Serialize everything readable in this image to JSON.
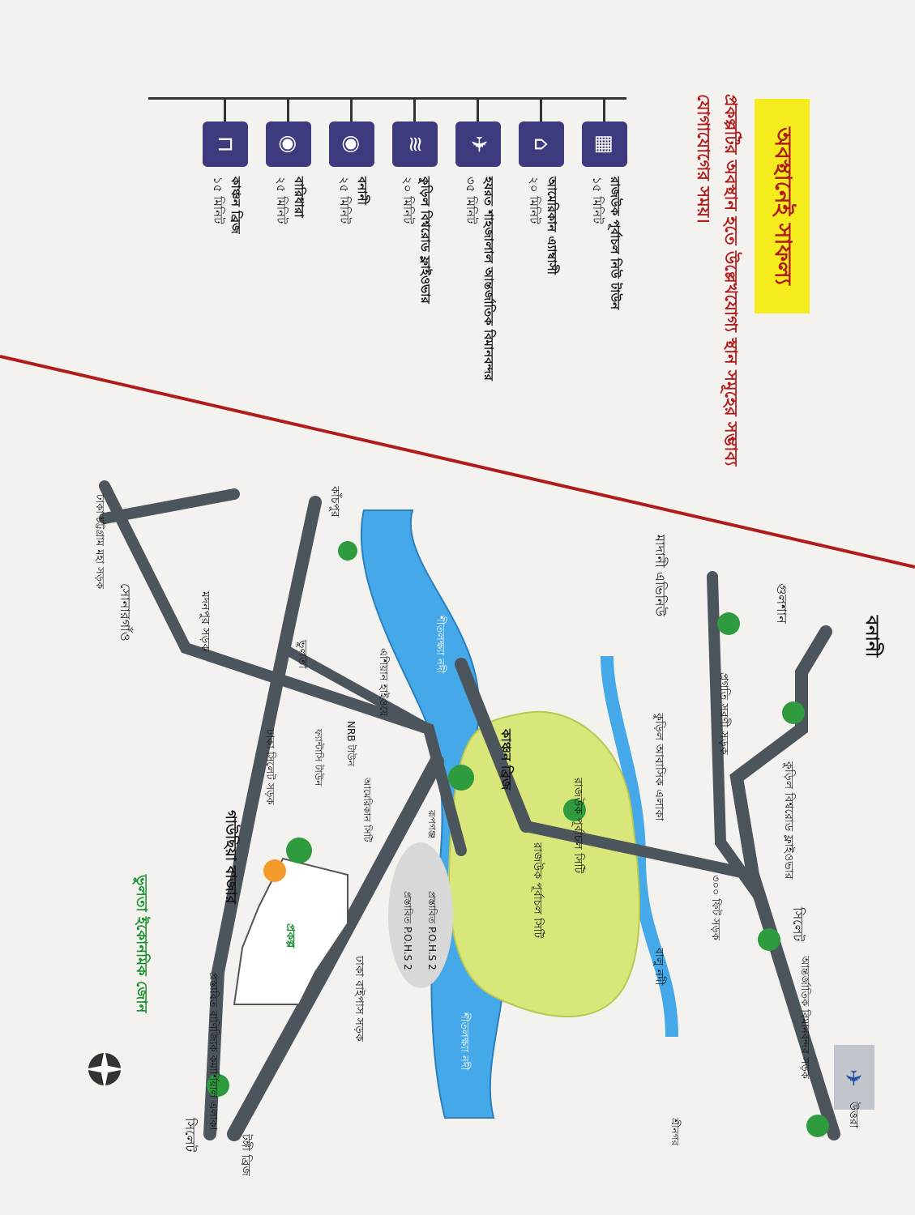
{
  "title": "অবস্থানেই সাফল্য",
  "subtitle": "প্রকল্পটির অবস্থান হতে উল্লেখযোগ্য স্থান সমূহের সম্ভাব্য যোগাযোগের সময়।",
  "destinations": [
    {
      "place": "রাজউক পূর্বাচল নিউ টাউন",
      "time": "১৫ মিনিট",
      "icon": "building-icon"
    },
    {
      "place": "আমেরিকান এ্যাম্বাসী",
      "time": "২০ মিনিট",
      "icon": "embassy-icon"
    },
    {
      "place": "হযরত শাহজালাল আন্তর্জাতিক বিমানবন্দর",
      "time": "৩৫ মিনিট",
      "icon": "airport-icon"
    },
    {
      "place": "কুড়িল বিশ্বরোড ফ্লাইওভার",
      "time": "২০ মিনিট",
      "icon": "flyover-icon"
    },
    {
      "place": "বনানী",
      "time": "২৫ মিনিট",
      "icon": "location-icon"
    },
    {
      "place": "বারিধারা",
      "time": "২৫ মিনিট",
      "icon": "location-icon"
    },
    {
      "place": "কাঞ্চন ব্রিজ",
      "time": "১৫ মিনিট",
      "icon": "bridge-icon"
    }
  ],
  "map_labels": {
    "banani": "বনানী",
    "gulshan": "গুলশান",
    "madani": "মাদানী এভিনিউ",
    "pragati": "প্রগতি সরণী সড়ক",
    "kuril": "কুড়িল বিশ্বরোড ফ্লাইওভার",
    "kuril_area": "কুড়িল আবাসিক এলাকা",
    "uttara": "উত্তরা",
    "airport_road": "আন্তর্জাতিক বিমানবন্দর সড়ক",
    "road_300": "৩০০ ফিট সড়ক",
    "purbachal1": "রাজউক পূর্বাচল সিটি",
    "purbachal2": "রাজউক পূর্বাচল সিটি",
    "balu": "বালু নদী",
    "shitalakshya1": "শীতলক্ষ্যা নদী",
    "shitalakshya2": "শীতলক্ষ্যা নদী",
    "kanchan": "কাঞ্চন ব্রিজ",
    "dhaka_bypass": "ঢাকা বাইপাস সড়ক",
    "tongi_bridge": "টঙ্গী ব্রিজ",
    "dhaka_ctg": "ঢাকা চট্টগ্রাম মহা সড়ক",
    "kanchpur": "কাঁচপুর",
    "sonargaon": "সোনারগাঁও",
    "madanpur": "মদনপুর সড়ক",
    "bhulta": "ভুলতা",
    "asian_highway": "এশিয়ান হাইওয়ে",
    "nrb": "NRB টাউন",
    "fantasy": "ফ্যান্টাসি টাউন",
    "american": "আমেরিকান সিটি",
    "rupganj": "রূপগঞ্জ",
    "dhaka_sylhet": "ঢাকা সিলেট সড়ক",
    "gausia": "গাউছিয়া বাজার",
    "kachpur_eco": "ভুলতা ইকোনমিক জোন",
    "proposed_pohs": "প্রস্তাবিত P.O.H.S 2",
    "pohs": "প্রস্তাবিত P.O.H.S 2",
    "commercial": "প্রস্তাবিত বাণিজ্যিক কমার্শিয়াল এলাকা",
    "sylhet": "সিলেট",
    "sylhet2": "সিলেট",
    "sreenagar": "শ্রীনগর",
    "project": "প্রকল্প"
  },
  "colors": {
    "accent_yellow": "#f4ec1c",
    "title_red": "#b01c1c",
    "icon_navy": "#3d3a7e",
    "river_blue": "#45a8e8",
    "road_gray": "#4d555c",
    "purbachal_green": "#d8e67a",
    "tree_green": "#2f9b3f"
  }
}
